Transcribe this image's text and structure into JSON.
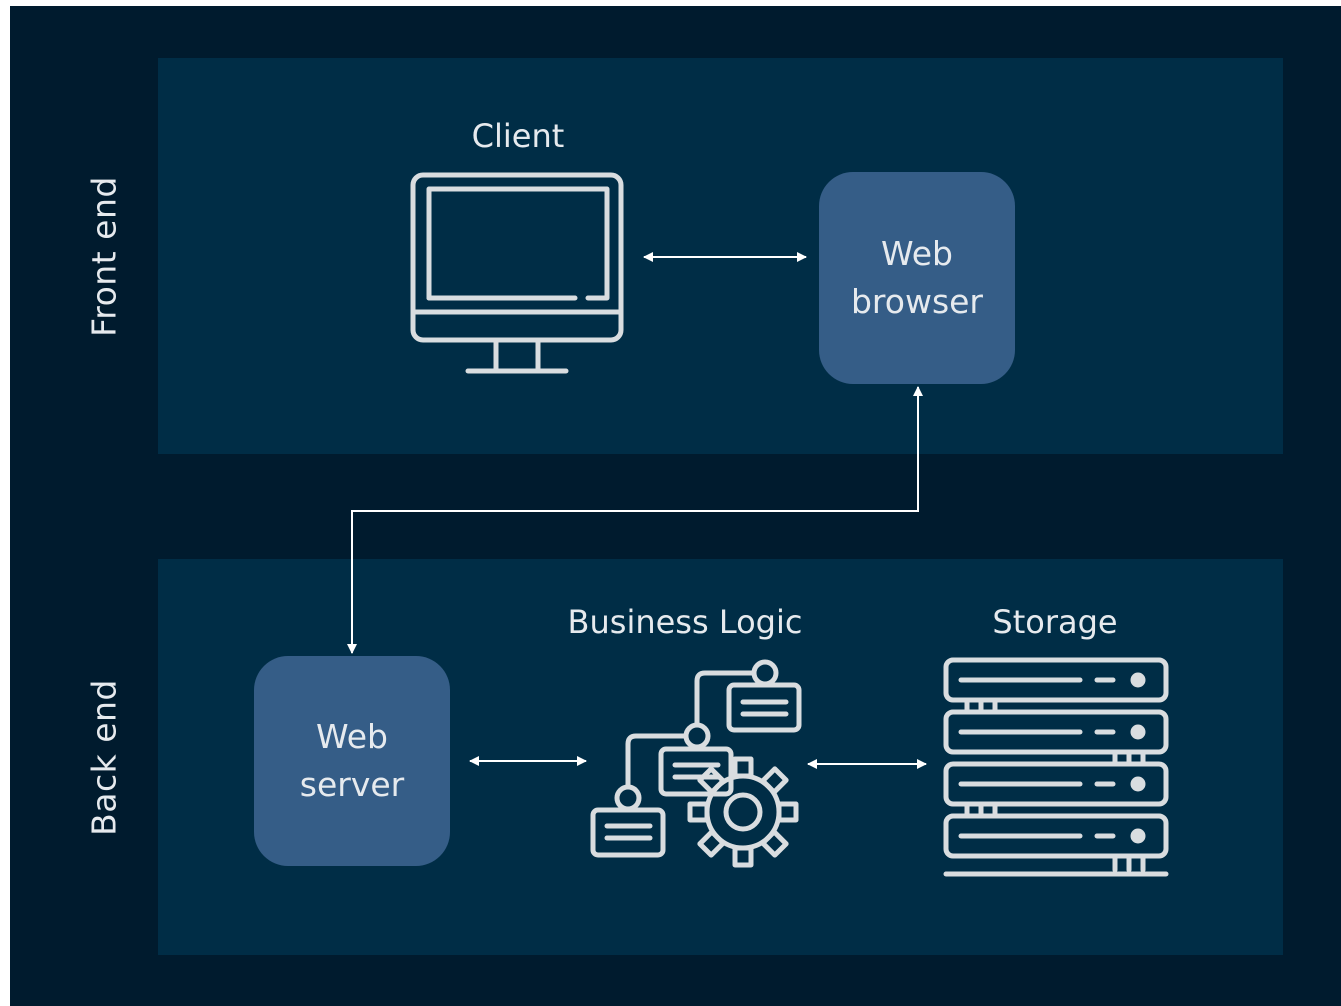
{
  "sections": {
    "front": "Front end",
    "back": "Back end"
  },
  "nodes": {
    "client": "Client",
    "browser_line1": "Web",
    "browser_line2": "browser",
    "server_line1": "Web",
    "server_line2": "server",
    "business_logic": "Business Logic",
    "storage": "Storage"
  },
  "icons": {
    "client": "monitor-icon",
    "business_logic": "flowchart-gear-icon",
    "storage": "server-rack-icon"
  },
  "colors": {
    "background": "#001b2e",
    "panel": "#002d46",
    "box": "#355d87",
    "line": "#ffffff",
    "icon": "#d9dde0"
  }
}
